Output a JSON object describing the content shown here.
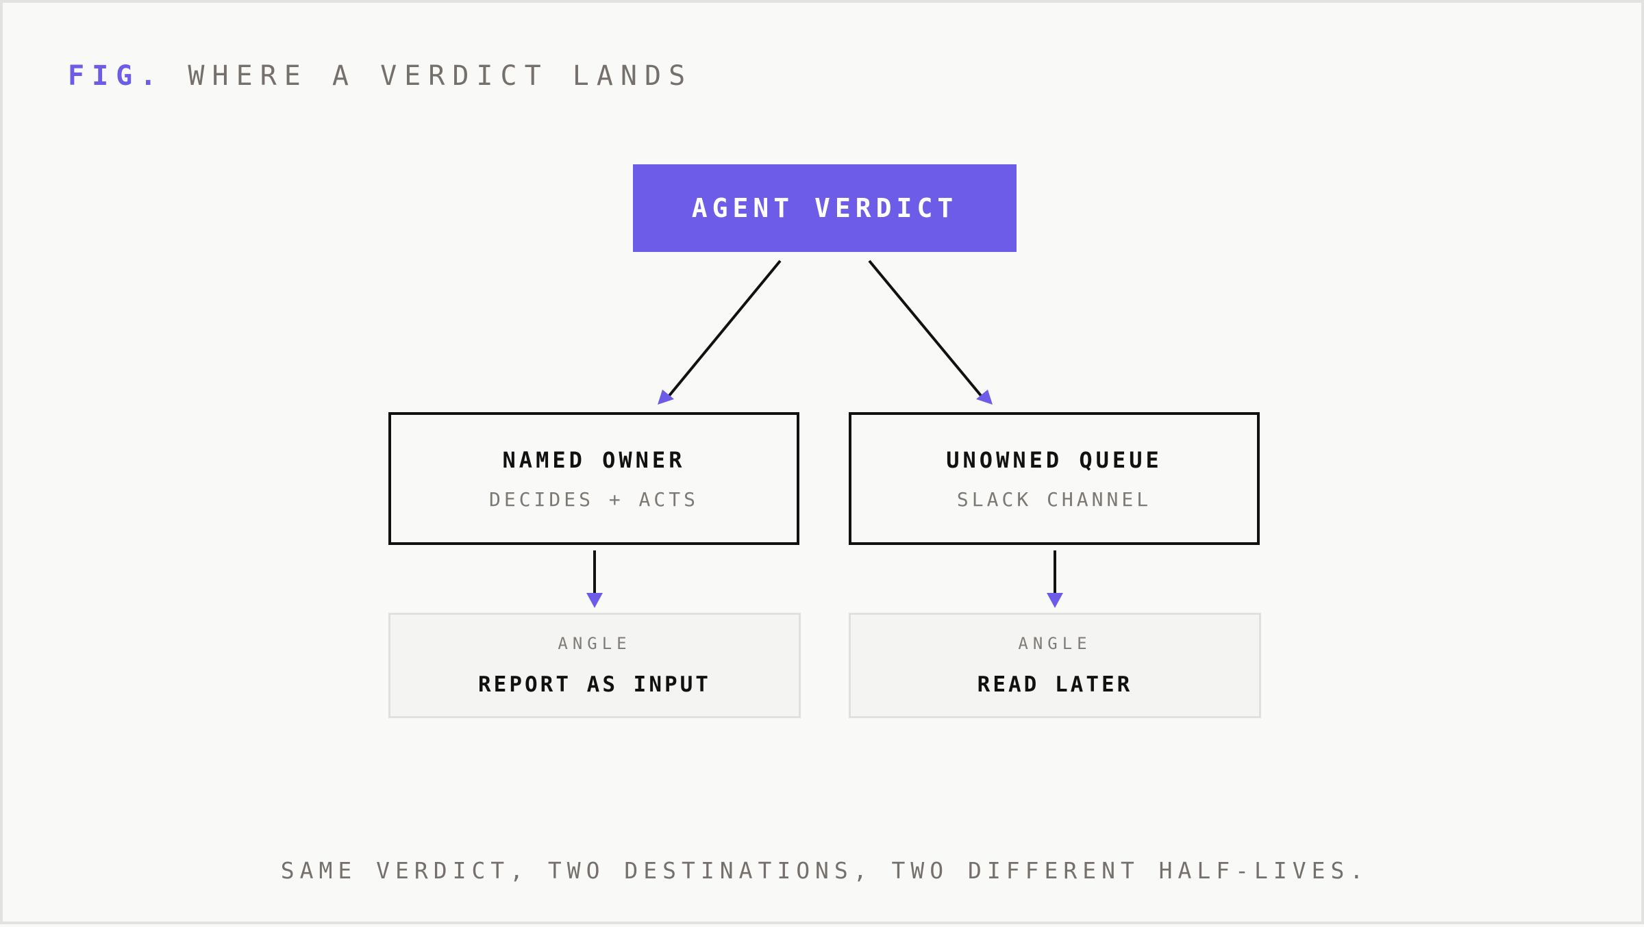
{
  "figure": {
    "prefix": "FIG.",
    "title": "WHERE A VERDICT LANDS"
  },
  "root": {
    "label": "AGENT VERDICT"
  },
  "branches": [
    {
      "title": "NAMED OWNER",
      "subtitle": "DECIDES + ACTS",
      "angle_label": "ANGLE",
      "angle_value": "REPORT AS INPUT"
    },
    {
      "title": "UNOWNED QUEUE",
      "subtitle": "SLACK CHANNEL",
      "angle_label": "ANGLE",
      "angle_value": "READ LATER"
    }
  ],
  "caption": "SAME VERDICT, TWO DESTINATIONS, TWO DIFFERENT HALF-LIVES.",
  "colors": {
    "accent": "#6c5ce7",
    "ink": "#111111",
    "muted": "#75706b",
    "background": "#f9f9f7"
  }
}
